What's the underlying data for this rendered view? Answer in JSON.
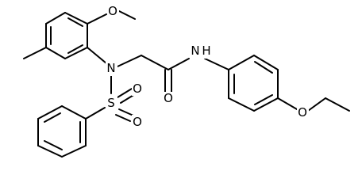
{
  "diagram_type": "chemical-structure",
  "atom_labels": {
    "methoxy_oxygen": "O",
    "sulfonamide_nitrogen": "N",
    "sulfur": "S",
    "sulfonyl_oxygen_top": "O",
    "sulfonyl_oxygen_right": "O",
    "carbonyl_oxygen": "O",
    "amide_nitrogen": "N",
    "amide_hydrogen": "H",
    "ethoxy_oxygen": "O"
  },
  "colors": {
    "bond": "#000000",
    "background": "#ffffff",
    "label": "#000000"
  }
}
